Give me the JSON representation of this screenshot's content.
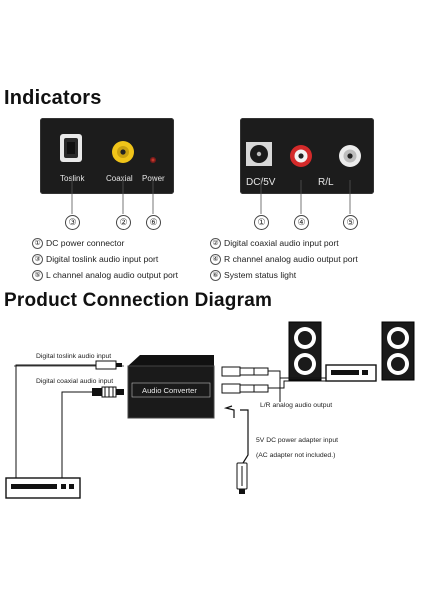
{
  "sections": {
    "indicators_title": "Indicators",
    "diagram_title": "Product Connection Diagram"
  },
  "panel_left": {
    "toslink": "Toslink",
    "coaxial": "Coaxial",
    "power": "Power"
  },
  "panel_right": {
    "dc": "DC/5V",
    "rl": "R/L"
  },
  "callouts": [
    "③",
    "②",
    "⑥",
    "①",
    "④",
    "⑤"
  ],
  "legend": [
    {
      "num": "①",
      "text": "DC  power connector"
    },
    {
      "num": "②",
      "text": "Digital coaxial audio input port"
    },
    {
      "num": "③",
      "text": "Digital toslink audio input port"
    },
    {
      "num": "④",
      "text": "R channel analog audio output port"
    },
    {
      "num": "⑤",
      "text": "L channel analog audio output port"
    },
    {
      "num": "⑥",
      "text": "System status light"
    }
  ],
  "diagram": {
    "toslink_input": "Digital toslink audio input",
    "coaxial_input": "Digital coaxial audio input",
    "converter": "Audio Converter",
    "analog_output": "L/R analog audio output",
    "power_adapter": "5V DC power adapter input",
    "adapter_note": "(AC adapter not included.)"
  },
  "colors": {
    "device": "#1c1c1c",
    "coax_yellow": "#f0c419",
    "rca_red": "#d42a2a",
    "power_led": "#c0392b"
  }
}
